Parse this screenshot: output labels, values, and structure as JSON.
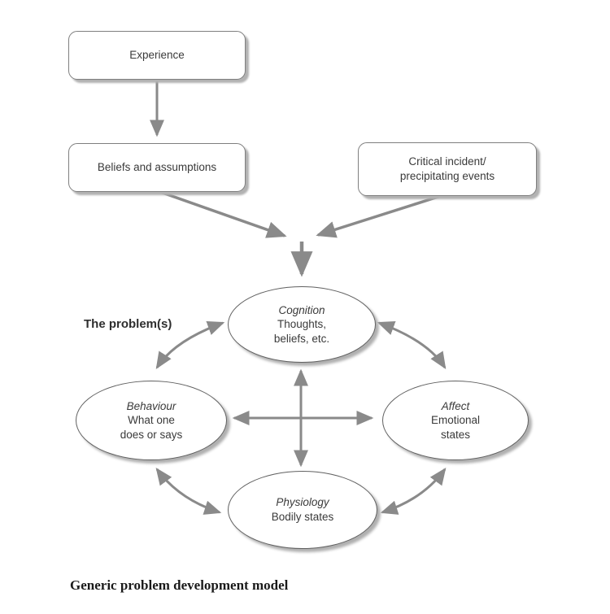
{
  "diagram": {
    "boxes": {
      "experience": {
        "label": "Experience"
      },
      "beliefs": {
        "label": "Beliefs and assumptions"
      },
      "critical_incident": {
        "line1": "Critical incident/",
        "line2": "precipitating events"
      }
    },
    "problem_label": "The problem(s)",
    "ellipses": {
      "cognition": {
        "title": "Cognition",
        "line1": "Thoughts,",
        "line2": "beliefs, etc."
      },
      "behaviour": {
        "title": "Behaviour",
        "line1": "What one",
        "line2": "does or says"
      },
      "affect": {
        "title": "Affect",
        "line1": "Emotional",
        "line2": "states"
      },
      "physiology": {
        "title": "Physiology",
        "line1": "Bodily states"
      }
    },
    "caption": "Generic problem development model",
    "colors": {
      "arrow": "#8a8a8a",
      "box_border": "#7f7f7f",
      "ellipse_border": "#606060",
      "shadow": "#b2b2b2",
      "text": "#3a3a3a",
      "background": "#ffffff"
    }
  }
}
